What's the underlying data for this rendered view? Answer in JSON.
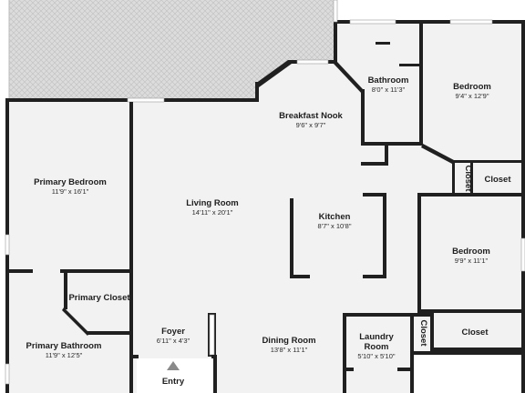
{
  "rooms": {
    "bathroom": {
      "name": "Bathroom",
      "dims": "8'0\" x 11'3\""
    },
    "bedroom_top": {
      "name": "Bedroom",
      "dims": "9'4\" x 12'9\""
    },
    "breakfast_nook": {
      "name": "Breakfast Nook",
      "dims": "9'6\" x 9'7\""
    },
    "closet_small": {
      "name": "Closet"
    },
    "closet_right": {
      "name": "Closet"
    },
    "primary_bedroom": {
      "name": "Primary Bedroom",
      "dims": "11'9\" x 16'1\""
    },
    "living_room": {
      "name": "Living Room",
      "dims": "14'11\" x 20'1\""
    },
    "kitchen": {
      "name": "Kitchen",
      "dims": "8'7\" x 10'8\""
    },
    "bedroom_mid": {
      "name": "Bedroom",
      "dims": "9'9\" x 11'1\""
    },
    "primary_closet": {
      "name": "Primary Closet"
    },
    "foyer": {
      "name": "Foyer",
      "dims": "6'11\" x 4'3\""
    },
    "dining_room": {
      "name": "Dining Room",
      "dims": "13'8\" x 11'1\""
    },
    "laundry_room": {
      "name": "Laundry Room",
      "name_line1": "Laundry",
      "name_line2": "Room",
      "dims": "5'10\" x 5'10\""
    },
    "closet_laundry": {
      "name": "Closet"
    },
    "closet_bottom_right": {
      "name": "Closet"
    },
    "primary_bathroom": {
      "name": "Primary Bathroom",
      "dims": "11'9\" x 12'5\""
    },
    "entry": {
      "name": "Entry"
    }
  },
  "colors": {
    "wall": "#202020",
    "floor": "#f2f2f2",
    "patio": "#d9d9d9",
    "background": "#ffffff"
  }
}
